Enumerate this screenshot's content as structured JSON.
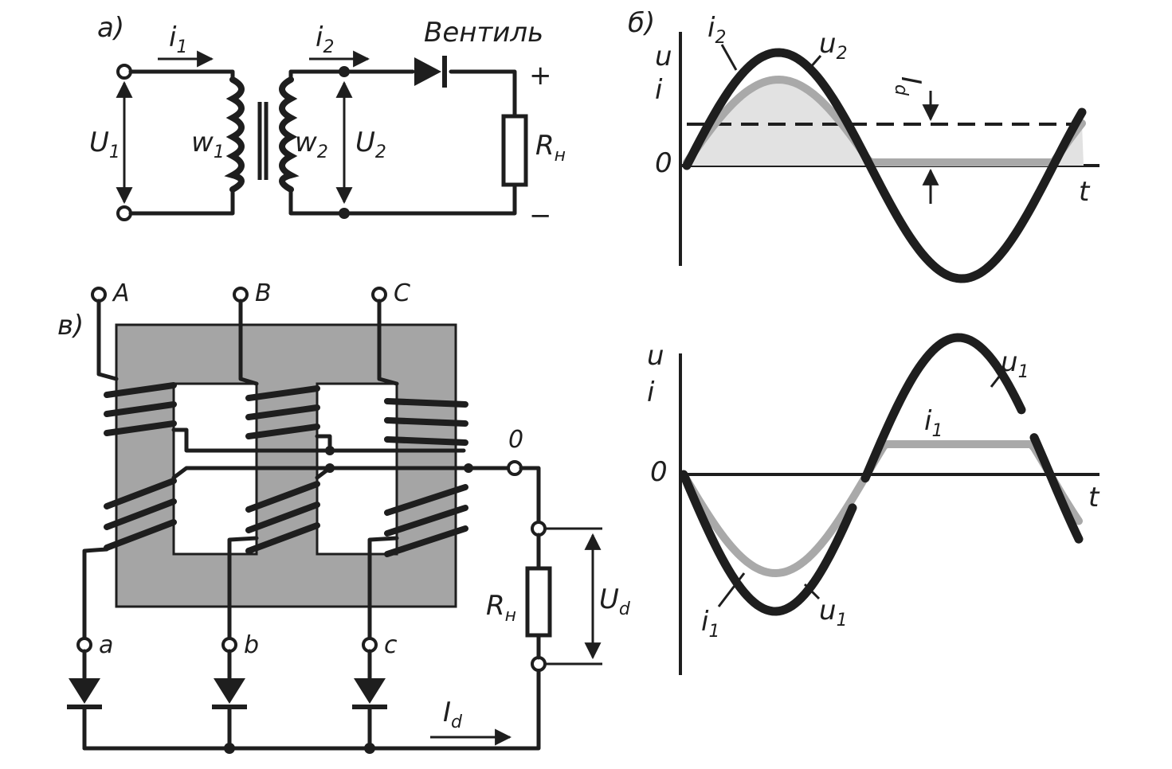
{
  "panel_a": {
    "label": "а)",
    "i1": "i",
    "i1_sub": "1",
    "i2": "i",
    "i2_sub": "2",
    "valve": "Вентиль",
    "U1": "U",
    "U1_sub": "1",
    "w1": "w",
    "w1_sub": "1",
    "w2": "w",
    "w2_sub": "2",
    "U2": "U",
    "U2_sub": "2",
    "Rn": "R",
    "Rn_sub": "н",
    "plus": "+",
    "minus": "−"
  },
  "panel_b": {
    "label": "б)",
    "axis_u": "u",
    "axis_i": "i",
    "zero": "0",
    "axis_t": "t",
    "curve_i2": "i",
    "curve_i2_sub": "2",
    "curve_u2": "u",
    "curve_u2_sub": "2",
    "Id": "I",
    "Id_sub": "d"
  },
  "panel_b2": {
    "axis_u": "u",
    "axis_i": "i",
    "zero": "0",
    "axis_t": "t",
    "u1_label": "u",
    "u1_sub": "1",
    "i1_label": "i",
    "i1_sub": "1"
  },
  "panel_c": {
    "label": "в)",
    "A": "A",
    "B": "B",
    "C": "C",
    "a": "a",
    "b": "b",
    "c": "c",
    "zero": "0",
    "Rn": "R",
    "Rn_sub": "н",
    "Ud": "U",
    "Ud_sub": "d",
    "Id": "I",
    "Id_sub": "d"
  },
  "colors": {
    "ink": "#1e1e1e",
    "core": "#a5a5a5",
    "grey_curve": "#a9a9a9"
  }
}
